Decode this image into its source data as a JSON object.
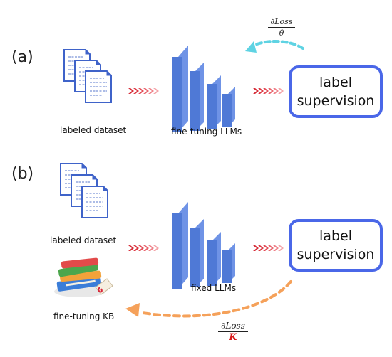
{
  "panel_a": {
    "label": "(a)",
    "dataset_caption": "labeled dataset",
    "model_caption": "fine-tuning LLMs",
    "supervision_line1": "label",
    "supervision_line2": "supervision",
    "gradient_numerator": "∂Loss",
    "gradient_denominator": "θ"
  },
  "panel_b": {
    "label": "(b)",
    "dataset_caption": "labeled dataset",
    "model_caption": "fixed LLMs",
    "kb_caption": "fine-tuning KB",
    "supervision_line1": "label",
    "supervision_line2": "supervision",
    "gradient_numerator": "∂Loss",
    "gradient_denominator": "K"
  },
  "colors": {
    "layer_blue": "#4f79d6",
    "box_border": "#4a67e8",
    "arrow_red": "#e0303a",
    "grad_cyan": "#5fd3e3",
    "grad_orange": "#f5a15a"
  }
}
